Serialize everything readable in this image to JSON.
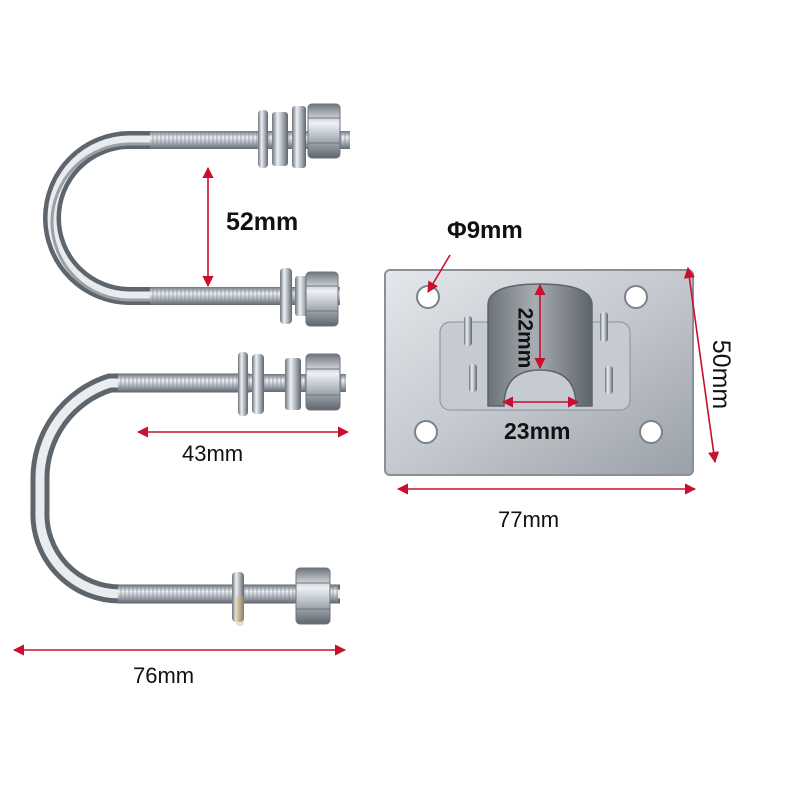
{
  "dimensions": {
    "ubolt_small_gap": "52mm",
    "ubolt_small_width": "43mm",
    "ubolt_large_width": "76mm",
    "plate_width": "77mm",
    "plate_height": "50mm",
    "hole_diameter": "Φ9mm",
    "saddle_height": "22mm",
    "saddle_width": "23mm"
  },
  "colors": {
    "arrow": "#c8102e",
    "metal_light": "#eef1f5",
    "metal_mid": "#b8bec6",
    "metal_dark": "#6d747c",
    "saddle": "#8d9299"
  }
}
